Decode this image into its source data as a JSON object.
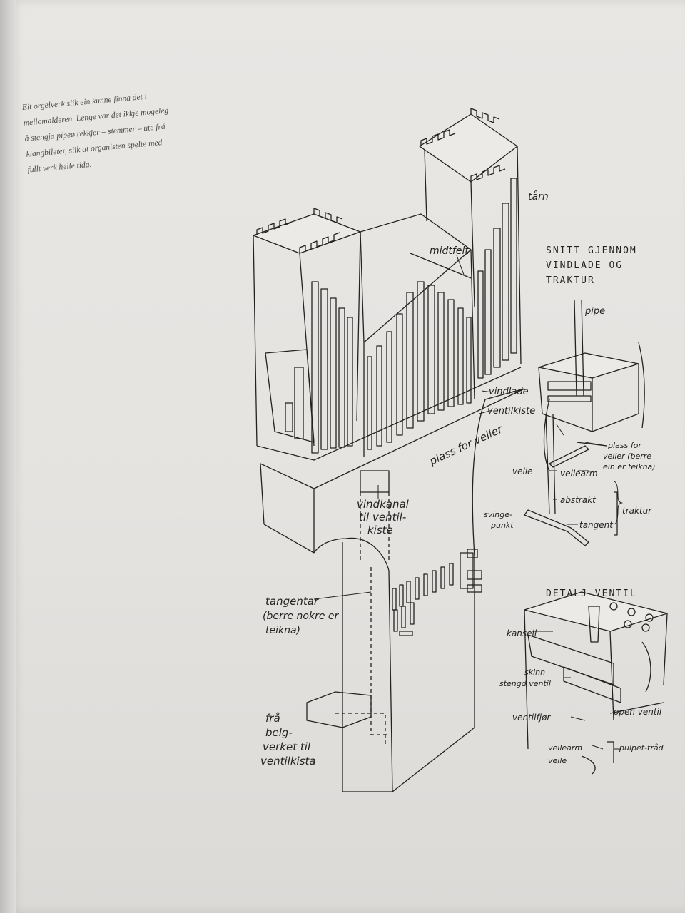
{
  "caption": {
    "lines": [
      "Eit orgelverk slik ein kunne finna det i",
      "mellomalderen. Lenge var det ikkje mogeleg",
      "å stengja pipeø rekkjer – stemmer – ute frå",
      "klangbiletet, slik at organisten spelte med",
      "fullt verk heile tida."
    ]
  },
  "main": {
    "tarn": "tårn",
    "midtfelt": "midtfelt",
    "vindlade": "vindlade",
    "ventilkiste": "ventilkiste",
    "plass_for_veller": "plass for veller",
    "vindkanal_1": "vindkanal",
    "vindkanal_2": "til ventil-",
    "vindkanal_3": "kiste",
    "tangentar_1": "tangentar",
    "tangentar_2": "(berre nokre er",
    "tangentar_3": "teikna)",
    "fra_1": "frå",
    "fra_2": "belg-",
    "fra_3": "verket til",
    "fra_4": "ventilkista"
  },
  "section": {
    "title_1": "SNITT GJENNOM",
    "title_2": "VINDLADE OG",
    "title_3": "TRAKTUR",
    "pipe": "pipe",
    "plass_1": "plass for",
    "plass_2": "veller (berre",
    "plass_3": "ein er teikna)",
    "velle": "velle",
    "vellearm": "vellearm",
    "abstrakt": "abstrakt",
    "traktur": "traktur",
    "svinge_1": "svinge-",
    "svinge_2": "punkt",
    "tangent": "tangent"
  },
  "detail": {
    "title": "DETALJ VENTIL",
    "kansell": "kansell",
    "skinn_1": "skinn",
    "skinn_2": "stengd ventil",
    "ventilfjor": "ventilfjør",
    "open_ventil": "open ventil",
    "vellearm": "vellearm",
    "velle": "velle",
    "pulpet": "pulpet-tråd"
  }
}
